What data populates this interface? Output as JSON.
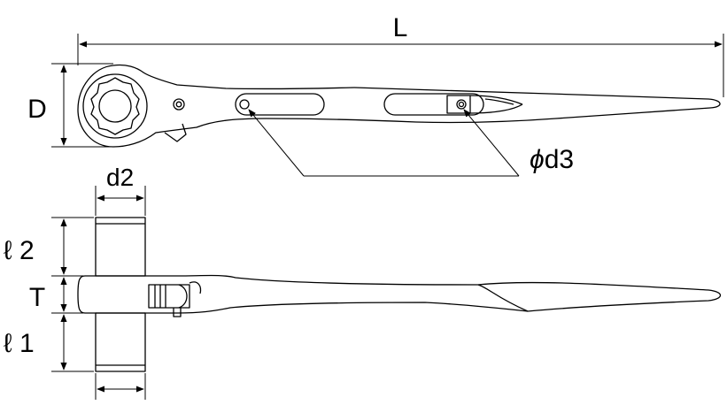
{
  "labels": {
    "overall_length": "L",
    "head_diameter": "D",
    "socket_diameter": "d2",
    "hole_diameter_symbol": "ϕ",
    "hole_diameter": "d3",
    "socket_length_upper": "ℓ 2",
    "head_thickness": "T",
    "socket_length_lower": "ℓ 1"
  },
  "colors": {
    "line": "#000000",
    "background": "#ffffff"
  }
}
